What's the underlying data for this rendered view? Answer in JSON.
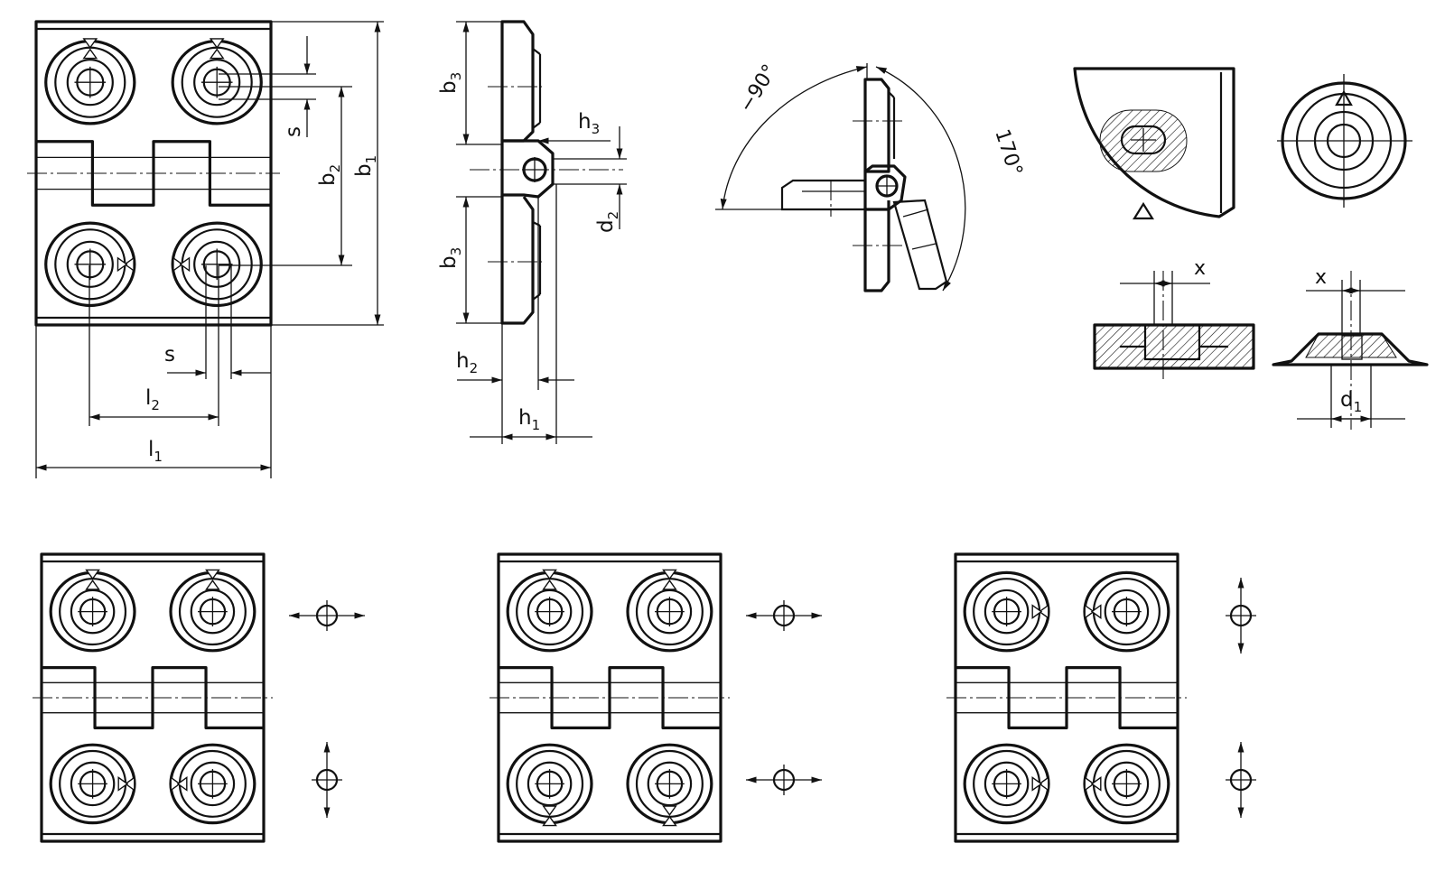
{
  "colors": {
    "line": "#111111",
    "background": "#ffffff"
  },
  "labels": {
    "b1": "b",
    "b1_sub": "1",
    "b2": "b",
    "b2_sub": "2",
    "b3_top": "b",
    "b3_top_sub": "3",
    "b3_bottom": "b",
    "b3_bottom_sub": "3",
    "l1": "l",
    "l1_sub": "1",
    "l2": "l",
    "l2_sub": "2",
    "s_right": "s",
    "s_bottom": "s",
    "h1": "h",
    "h1_sub": "1",
    "h2": "h",
    "h2_sub": "2",
    "h3": "h",
    "h3_sub": "3",
    "d1": "d",
    "d1_sub": "1",
    "d2": "d",
    "d2_sub": "2",
    "angle_open": "170°",
    "angle_back": "−90°",
    "x_left": "x",
    "x_right": "x"
  }
}
